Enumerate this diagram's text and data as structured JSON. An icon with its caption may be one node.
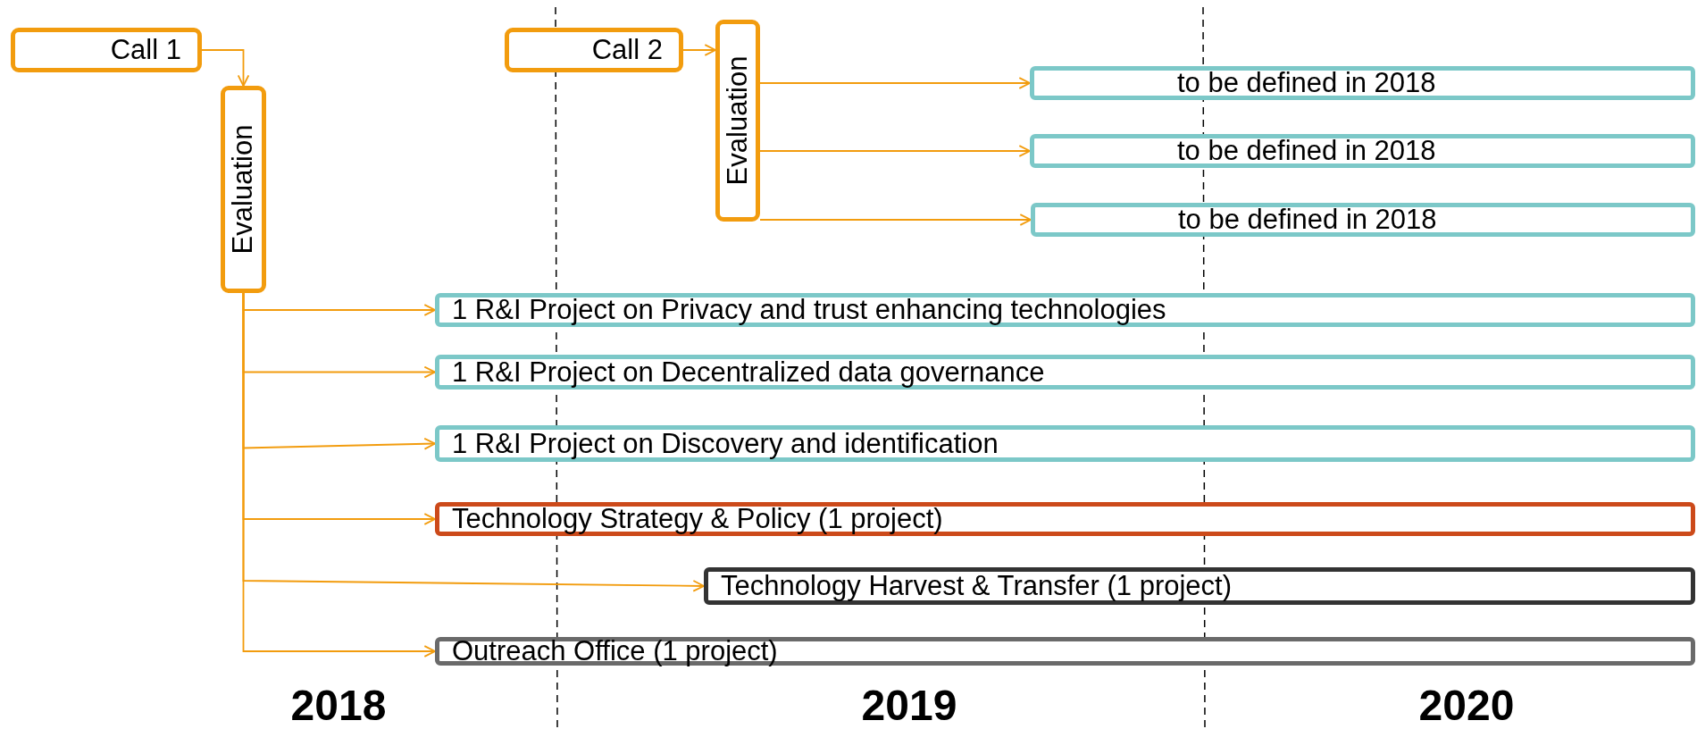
{
  "diagram": {
    "nodes": [
      {
        "text": [
          "Call 1"
        ]
      },
      {
        "text": [
          "Evaluation"
        ]
      },
      {
        "text": [
          "Call 2"
        ]
      },
      {
        "text": [
          "Evaluation"
        ]
      },
      {
        "text": [
          "to be defined in 2018"
        ]
      },
      {
        "text": [
          "to be defined in 2018"
        ]
      },
      {
        "text": [
          "to be defined in 2018"
        ]
      },
      {
        "text": [
          "1 R&I Project on Privacy and trust enhancing technologies"
        ]
      },
      {
        "text": [
          "1 R&I Project on Decentralized data governance"
        ]
      },
      {
        "text": [
          "1 R&I Project on Discovery and identification"
        ]
      },
      {
        "text": [
          "Technology Strategy & Policy (1 project)"
        ]
      },
      {
        "text": [
          "Technology Harvest & Transfer (1 project)"
        ]
      },
      {
        "text": [
          "Outreach Office (1 project)"
        ]
      }
    ],
    "edges": [
      {
        "from": 0,
        "to": 1,
        "arrow": "to"
      },
      {
        "from": 2,
        "to": 3,
        "arrow": "to"
      },
      {
        "from": 3,
        "to": 4,
        "arrow": "to"
      },
      {
        "from": 3,
        "to": 5,
        "arrow": "to"
      },
      {
        "from": 3,
        "to": 6,
        "arrow": "to"
      },
      {
        "from": 1,
        "to": 7,
        "arrow": "to"
      },
      {
        "from": 1,
        "to": 8,
        "arrow": "to"
      },
      {
        "from": 1,
        "to": 9,
        "arrow": "to"
      },
      {
        "from": 1,
        "to": 10,
        "arrow": "to"
      },
      {
        "from": 1,
        "to": 11,
        "arrow": "to"
      },
      {
        "from": 1,
        "to": 12,
        "arrow": "to"
      }
    ],
    "labels": [
      "2018",
      "2019",
      "2020"
    ]
  }
}
